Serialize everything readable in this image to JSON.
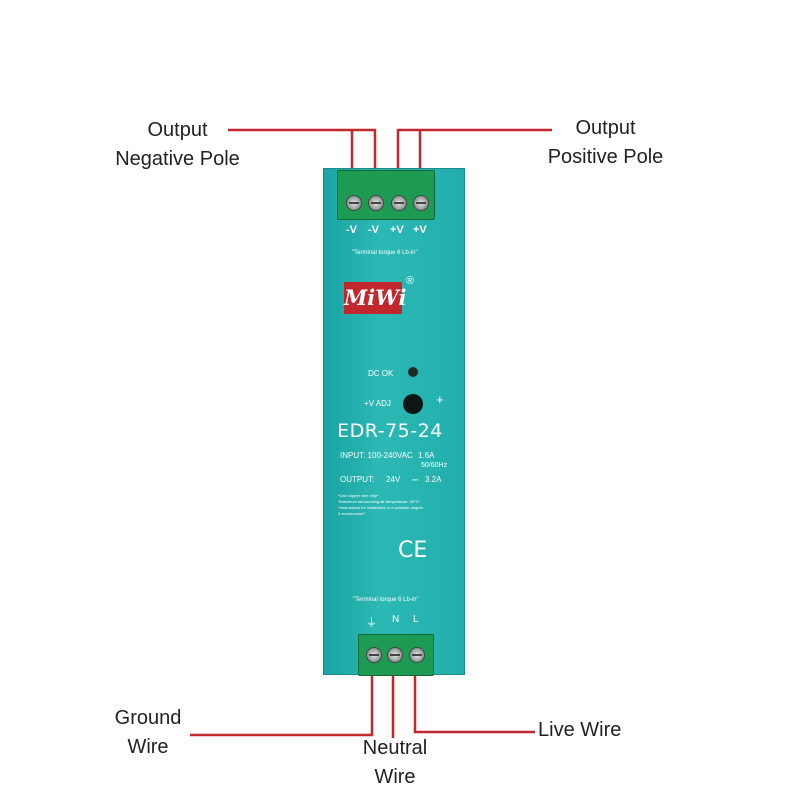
{
  "callouts": {
    "output_negative": {
      "line1": "Output",
      "line2": "Negative Pole"
    },
    "output_positive": {
      "line1": "Output",
      "line2": "Positive Pole"
    },
    "ground": {
      "line1": "Ground",
      "line2": "Wire"
    },
    "neutral": {
      "line1": "Neutral",
      "line2": "Wire"
    },
    "live": {
      "line1": "Live Wire"
    }
  },
  "device": {
    "brand": "MiWi",
    "registered": "®",
    "model": "EDR-75-24",
    "top_terminals": [
      "-V",
      "-V",
      "+V",
      "+V"
    ],
    "top_torque": "\"Terminal torque 6 Lb-in\"",
    "bottom_torque": "\"Terminal torque 6 Lb-in\"",
    "bottom_terminals": [
      "⏚",
      "N",
      "L"
    ],
    "dc_ok": "DC OK",
    "v_adj": "+V ADJ",
    "plus": "+",
    "input_label": "INPUT: 100-240VAC",
    "input_current": "1.6A",
    "input_freq": "50/60Hz",
    "output_label": "OUTPUT:",
    "output_voltage": "24V",
    "output_current": "3.2A",
    "fine_print": [
      "*Use copper wire only*",
      "*Maximum surrounding air temperature: 40°C*",
      "*Instructions for installation in a pollution degree",
      "2 environment*"
    ],
    "ce": "CE"
  },
  "colors": {
    "wire": "#c0282e",
    "case": "#22aeac",
    "terminal": "#1d9b52"
  }
}
